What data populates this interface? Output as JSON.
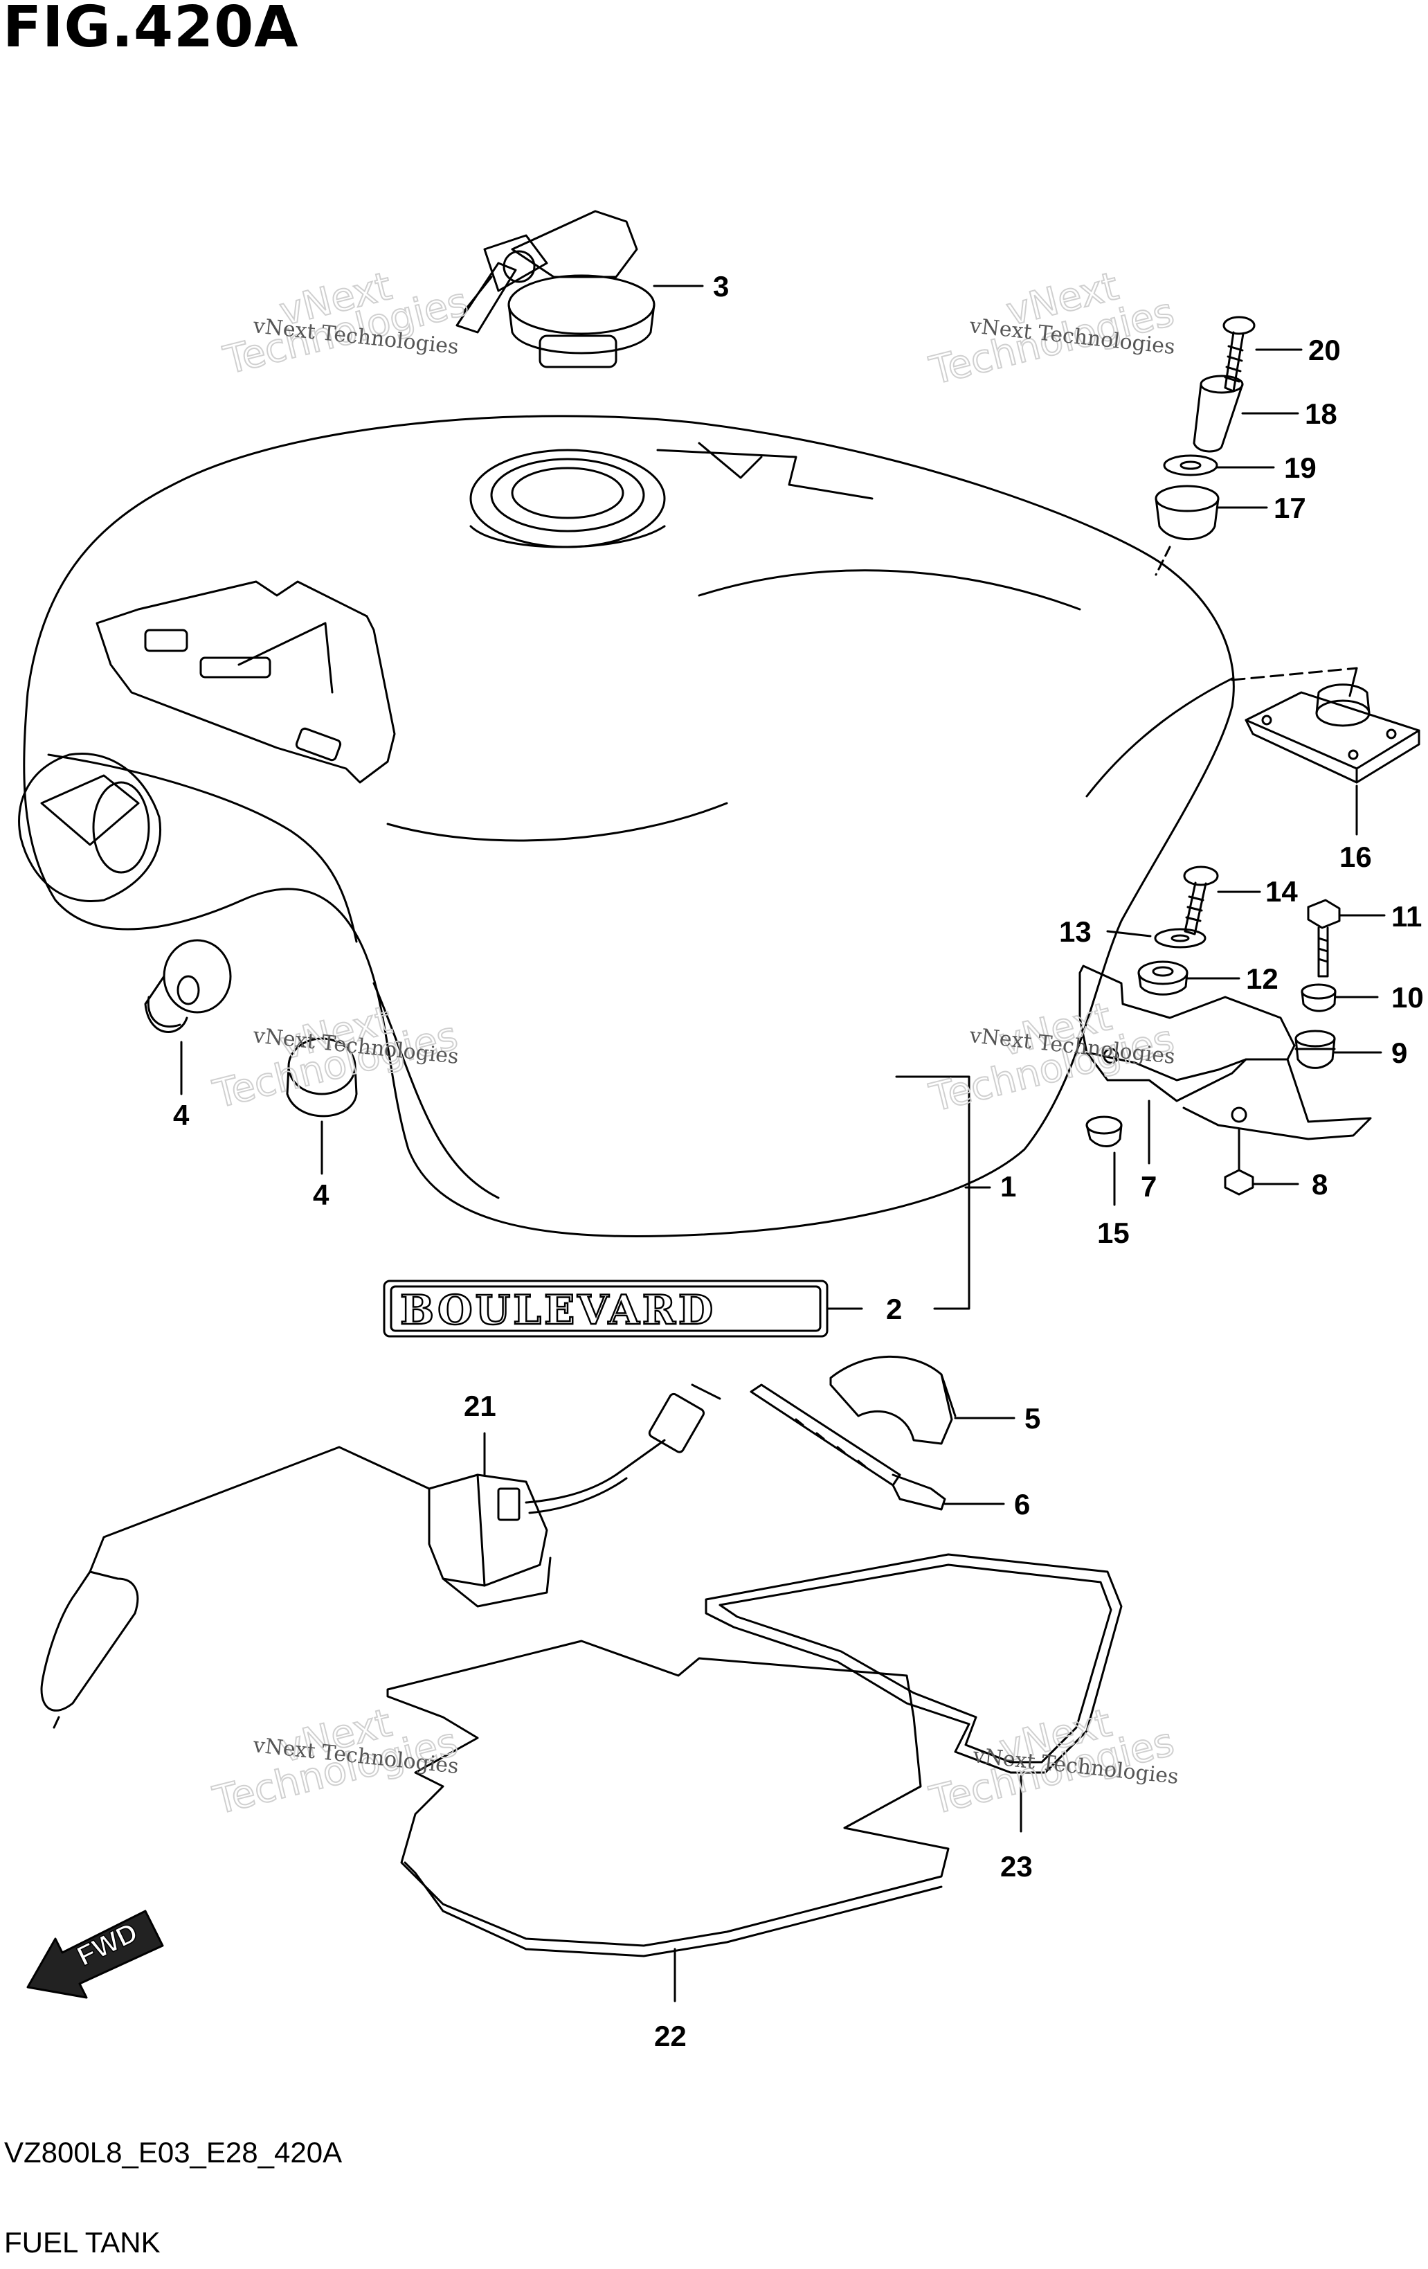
{
  "figure": {
    "title": "FIG.420A",
    "model_code": "VZ800L8_E03_E28_420A",
    "section_name": "FUEL TANK"
  },
  "parts": [
    {
      "ref": "1"
    },
    {
      "ref": "2"
    },
    {
      "ref": "3"
    },
    {
      "ref": "4"
    },
    {
      "ref": "4"
    },
    {
      "ref": "5"
    },
    {
      "ref": "6"
    },
    {
      "ref": "7"
    },
    {
      "ref": "8"
    },
    {
      "ref": "9"
    },
    {
      "ref": "10"
    },
    {
      "ref": "11"
    },
    {
      "ref": "12"
    },
    {
      "ref": "13"
    },
    {
      "ref": "14"
    },
    {
      "ref": "15"
    },
    {
      "ref": "16"
    },
    {
      "ref": "17"
    },
    {
      "ref": "18"
    },
    {
      "ref": "19"
    },
    {
      "ref": "20"
    },
    {
      "ref": "21"
    },
    {
      "ref": "22"
    },
    {
      "ref": "23"
    }
  ],
  "emblem_text": "BOULEVARD",
  "direction_arrow": "FWD",
  "watermark": {
    "line1": "vNext Technologies",
    "line2": "vNext",
    "line3": "Technologies"
  },
  "colors": {
    "line": "#000000",
    "background": "#ffffff",
    "watermark": "#d0d0d0"
  }
}
